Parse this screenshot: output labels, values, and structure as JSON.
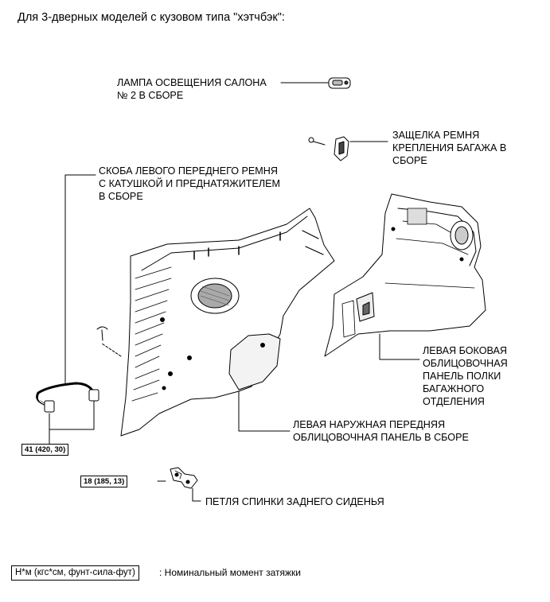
{
  "header": "Для 3-дверных моделей с кузовом типа \"хэтчбэк\":",
  "labels": {
    "lamp": [
      "ЛАМПА ОСВЕЩЕНИЯ САЛОНА",
      "№ 2 В СБОРЕ"
    ],
    "latch": [
      "ЗАЩЕЛКА РЕМНЯ",
      "КРЕПЛЕНИЯ БАГАЖА В",
      "СБОРЕ"
    ],
    "belt_bracket": [
      "СКОБА ЛЕВОГО ПЕРЕДНЕГО РЕМНЯ",
      "С КАТУШКОЙ И ПРЕДНАТЯЖИТЕЛЕМ",
      "В СБОРЕ"
    ],
    "side_panel": [
      "ЛЕВАЯ БОКОВАЯ",
      "ОБЛИЦОВОЧНАЯ",
      "ПАНЕЛЬ ПОЛКИ",
      "БАГАЖНОГО",
      "ОТДЕЛЕНИЯ"
    ],
    "outer_panel": [
      "ЛЕВАЯ НАРУЖНАЯ ПЕРЕДНЯЯ",
      "ОБЛИЦОВОЧНАЯ ПАНЕЛЬ В СБОРЕ"
    ],
    "hinge": [
      "ПЕТЛЯ СПИНКИ ЗАДНЕГО СИДЕНЬЯ"
    ]
  },
  "torque": {
    "belt_bolt": "41 (420, 30)",
    "hinge_bolt": "18 (185, 13)"
  },
  "legend": {
    "box": "Н*м (кгс*см, фунт-сила-фут)",
    "text": ": Номинальный момент затяжки"
  }
}
